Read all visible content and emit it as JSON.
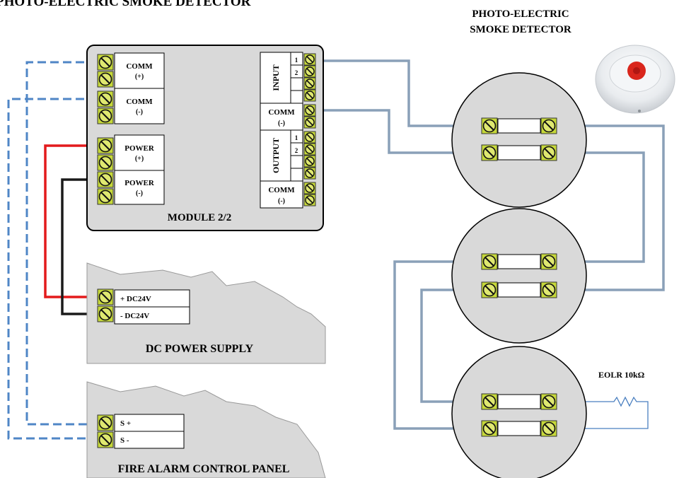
{
  "title": "PHOTO-ELECTRIC SMOKE DETECTOR",
  "detector_heading": [
    "PHOTO-ELECTRIC",
    "SMOKE DETECTOR"
  ],
  "module": {
    "name": "MODULE 2/2",
    "comm_plus": [
      "COMM",
      "(+)"
    ],
    "comm_minus": [
      "COMM",
      "(-)"
    ],
    "power_plus": [
      "POWER",
      "(+)"
    ],
    "power_minus": [
      "POWER",
      "(-)"
    ],
    "input_label": "INPUT",
    "output_label": "OUTPUT",
    "comm_right_1": [
      "COMM",
      "(-)"
    ],
    "comm_right_2": [
      "COMM",
      "(-)"
    ],
    "terminal_numbers": [
      "1",
      "2"
    ]
  },
  "power_supply": {
    "name": "DC POWER SUPPLY",
    "plus": "+ DC24V",
    "minus": "- DC24V"
  },
  "control_panel": {
    "name": "FIRE ALARM CONTROL PANEL",
    "s_plus": "S +",
    "s_minus": "S -"
  },
  "eolr_label": "EOLR  10kΩ",
  "colors": {
    "wire_blue": "#8aa0b8",
    "wire_red": "#e31a1c",
    "wire_black": "#1a1a1a",
    "comm_dash": "#4f86c6",
    "terminal": "#c6d83a",
    "body_grey": "#d9d9d9"
  }
}
